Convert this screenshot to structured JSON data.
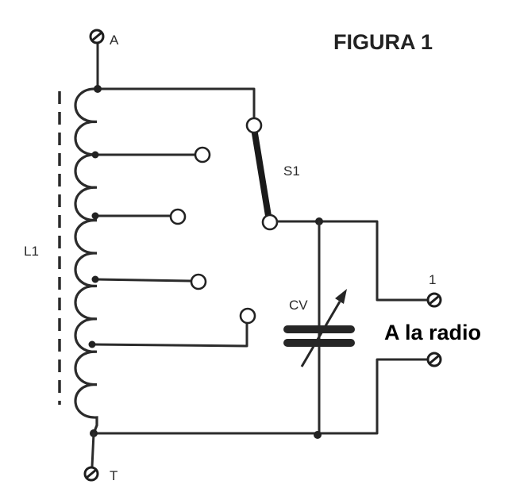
{
  "figure": {
    "title": "FIGURA 1",
    "description": "Bobina con tomas (L1), selector S1 y capacitor variable CV conectados a la radio"
  },
  "labels": {
    "terminal_top": "A",
    "terminal_bottom": "T",
    "coil": "L1",
    "switch": "S1",
    "capacitor": "CV",
    "output_terminal": "1",
    "output_caption": "A la radio"
  },
  "components": [
    {
      "id": "L1",
      "type": "tapped-inductor",
      "loops": 10,
      "taps": 5,
      "core": "dashed-line"
    },
    {
      "id": "S1",
      "type": "rotary-selector-switch",
      "positions": 5
    },
    {
      "id": "CV",
      "type": "variable-capacitor"
    },
    {
      "id": "A",
      "type": "screw-terminal",
      "role": "antenna"
    },
    {
      "id": "T",
      "type": "screw-terminal",
      "role": "ground"
    },
    {
      "id": "out1",
      "type": "screw-terminal",
      "role": "output"
    },
    {
      "id": "out2",
      "type": "screw-terminal",
      "role": "output"
    }
  ],
  "colors": {
    "ink": "#2b2b2b",
    "background": "#ffffff",
    "caption": "#000000"
  }
}
